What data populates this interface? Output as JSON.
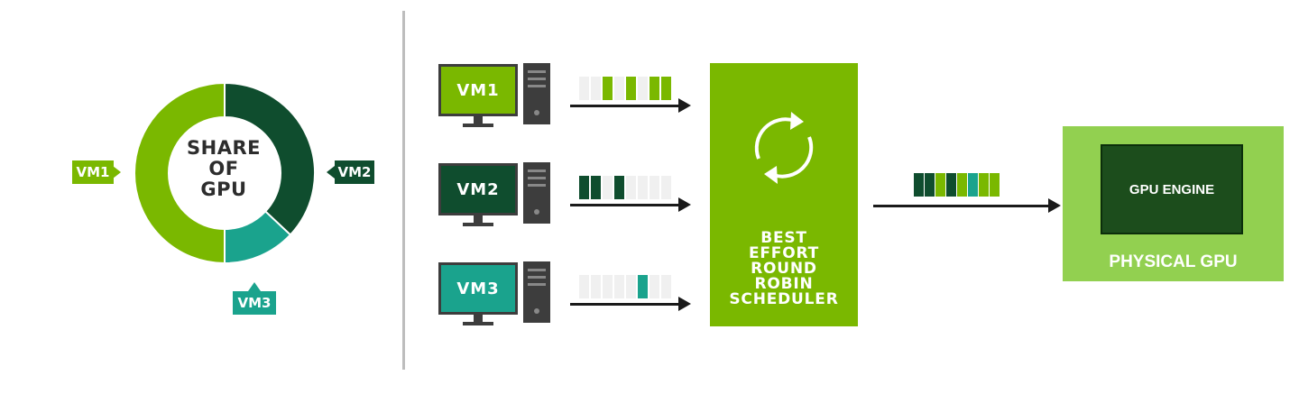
{
  "donut": {
    "center_lines": [
      "SHARE",
      "OF",
      "GPU"
    ],
    "segments": [
      {
        "label": "VM1",
        "fraction": 0.5,
        "color": "#7ab800"
      },
      {
        "label": "VM2",
        "fraction": 0.37,
        "color": "#0f4d2e"
      },
      {
        "label": "VM3",
        "fraction": 0.13,
        "color": "#1aa38d"
      }
    ]
  },
  "tags": {
    "vm1": "VM1",
    "vm2": "VM2",
    "vm3": "VM3"
  },
  "vms": [
    {
      "label": "VM1",
      "screen_color": "#7ab800",
      "queue": [
        "#f0f0f0",
        "#f0f0f0",
        "#7ab800",
        "#f0f0f0",
        "#7ab800",
        "#f0f0f0",
        "#7ab800",
        "#7ab800"
      ]
    },
    {
      "label": "VM2",
      "screen_color": "#0f4d2e",
      "queue": [
        "#0f4d2e",
        "#0f4d2e",
        "#f0f0f0",
        "#0f4d2e",
        "#f0f0f0",
        "#f0f0f0",
        "#f0f0f0",
        "#f0f0f0"
      ]
    },
    {
      "label": "VM3",
      "screen_color": "#1aa38d",
      "queue": [
        "#f0f0f0",
        "#f0f0f0",
        "#f0f0f0",
        "#f0f0f0",
        "#f0f0f0",
        "#1aa38d",
        "#f0f0f0",
        "#f0f0f0"
      ]
    }
  ],
  "scheduler": {
    "lines": [
      "BEST",
      "EFFORT",
      "ROUND",
      "ROBIN",
      "SCHEDULER"
    ],
    "color": "#7ab800"
  },
  "output_queue": [
    "#0f4d2e",
    "#0f4d2e",
    "#7ab800",
    "#0f4d2e",
    "#7ab800",
    "#1aa38d",
    "#7ab800",
    "#7ab800"
  ],
  "physical_gpu": {
    "engine_label": "GPU ENGINE",
    "label": "PHYSICAL GPU"
  },
  "icons": {
    "refresh": "refresh-icon",
    "desktop": "desktop-computer-icon"
  }
}
